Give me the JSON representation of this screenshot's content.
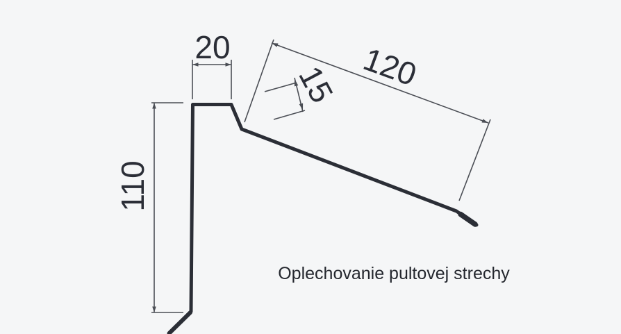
{
  "diagram": {
    "caption": "Oplechovanie pultovej strechy",
    "subject": "shed-roof flashing profile cross-section",
    "units": "mm",
    "dims": {
      "top_width": {
        "value": "20",
        "part": "top flat"
      },
      "roof_length": {
        "value": "120",
        "part": "sloped roof leg"
      },
      "step": {
        "value": "15",
        "part": "step below top flat"
      },
      "front_height": {
        "value": "110",
        "part": "front vertical face"
      }
    },
    "colors": {
      "background": "#f5f6f7",
      "profile_stroke": "#2b2e36",
      "dimension_stroke": "#4b4e55",
      "dimension_text": "#2b2e37",
      "caption_text": "#24272e"
    }
  }
}
